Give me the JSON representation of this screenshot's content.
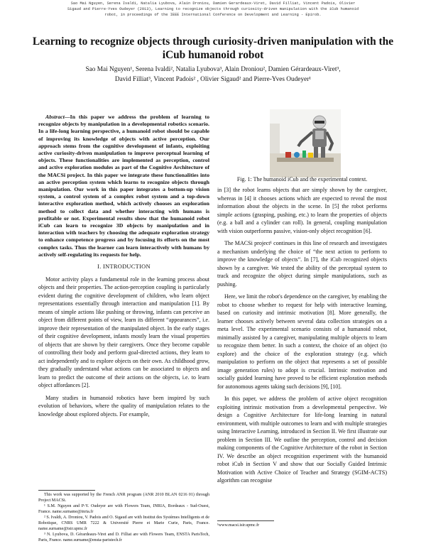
{
  "header": {
    "line1": "Sao Mai Nguyen, Serena Ivaldi, Natalia Lyubova, Alain Droniou, Damien Gerardeaux-Viret, David Filliat, Vincent Padois, Olivier",
    "line2": "Sigaud and Pierre-Yves Oudeyer (2013), Learning to recognize objects through curiosity-driven manipulation with the iCub humanoid",
    "line3": "robot, in proceedings of the IEEE International Conference on Development and Learning - Epirob."
  },
  "title": "Learning to recognize objects through curiosity-driven manipulation with the iCub humanoid robot",
  "authors": {
    "line1": "Sao Mai Nguyen¹, Serena Ivaldi², Natalia Lyubova³, Alain Droniou², Damien Gérardeaux-Viret³,",
    "line2": "David Filliat³, Vincent Padois² , Olivier Sigaud² and Pierre-Yves Oudeyer¹"
  },
  "abstract": {
    "label": "Abstract",
    "text": "—In this paper we address the problem of learning to recognize objects by manipulation in a developmental robotics scenario. In a life-long learning perspective, a humanoid robot should be capable of improving its knowledge of objects with active perception. Our approach stems from the cognitive development of infants, exploiting active curiosity-driven manipulation to improve perceptual learning of objects. These functionalities are implemented as perception, control and active exploration modules as part of the Cognitive Architecture of the MACSi project. In this paper we integrate these functionalities into an active perception system which learns to recognize objects through manipulation. Our work in this paper integrates a bottom-up vision system, a control system of a complex robot system and a top-down interactive exploration method, which actively chooses an exploration method to collect data and whether interacting with humans is profitable or not. Experimental results show that the humanoid robot iCub can learn to recognize 3D objects by manipulation and in interaction with teachers by choosing the adequate exploration strategy to enhance competence progress and by focusing its efforts on the most complex tasks. Thus the learner can learn interactively with humans by actively self-regulating its requests for help."
  },
  "section1": "I.  INTRODUCTION",
  "left_paragraphs": [
    "Motor activity plays a fundamental role in the learning process about objects and their properties. The action-perception coupling is particularly evident during the cognitive development of children, who learn object representations essentially through interaction and manipulation [1]. By means of simple actions like pushing or throwing, infants can perceive an object from different points of view, learn its different “appearances”, i.e. improve their representation of the manipulated object. In the early stages of their cognitive development, infants mostly learn the visual properties of objects that are shown by their caregivers. Once they become capable of controlling their body and perform goal-directed actions, they learn to act independently and to explore objects on their own. As childhood grow, they gradually understand what actions can be associated to objects and learn to predict the outcome of their actions on the objects, i.e. to learn object affordances [2].",
    "Many studies in humanoid robotics have been inspired by such evolution of behaviors, where the quality of manipulation relates to the knowledge about explored objects. For example,"
  ],
  "footnotes": {
    "f1": "This work was supported by the French ANR program (ANR 2010 BLAN 0216 01) through Project MACSi.",
    "f2": "¹ S.M. Nguyen and P-Y. Oudeyer are with Flowers Team, INRIA, Bordeaux - Sud-Ouest, France. name.surname@inria.fr",
    "f3": "² S. Ivaldi, A. Droniou, V. Padois and O. Sigaud are with Institut des Systèmes Intelligents et de Robotique, CNRS UMR 7222 & Université Pierre et Marie Curie, Paris, France. name.surname@isir.upmc.fr",
    "f4": "³ N. Lyubova, D. Gérardeaux-Viret and D. Filliat are with Flowers Team, ENSTA ParisTech, Paris, France. name.surname@ensta-paristech.fr"
  },
  "figure": {
    "caption": "Fig. 1: The humanoid iCub and the experimental context."
  },
  "right_paragraphs": [
    "in [3] the robot learns objects that are simply shown by the caregiver, whereas in [4] it chooses actions which are expected to reveal the most information about the objects in the scene. In [5] the robot performs simple actions (grasping, pushing, etc.) to learn the properties of objects (e.g. a ball and a cylinder can roll). In general, coupling manipulation with vision outperforms passive, vision-only object recognition [6].",
    "The MACSi project¹ continues in this line of research and investigates a mechanism underlying the choice of “the next action to perform to improve the knowledge of objects”. In [7], the iCub recognized objects shown by a caregiver. We tested the ability of the perceptual system to track and recognize the object during simple manipulations, such as pushing.",
    "Here, we limit the robot's dependence on the caregiver, by enabling the robot to choose whether to request for help with interactive learning, based on curiosity and intrinsic motivation [8]. More generally, the learner chooses actively between several data collection strategies on a meta level. The experimental scenario consists of a humanoid robot, minimally assisted by a caregiver, manipulating multiple objects to learn to recognize them better. In such a context, the choice of an object (to explore) and the choice of the exploration strategy (e.g. which manipulation to perform on the object that represents a set of possible image generation rules) to adopt is crucial. Intrinsic motivation and socially guided learning have proved to be efficient exploration methods for autonomous agents taking such decisions [9], [10].",
    "In this paper, we address the problem of active object recognition exploiting intrinsic motivation from a developmental perspective. We design a Cognitive Architecture for life-long learning in natural environment, with multiple outcomes to learn and with multiple strategies using Interactive Learning, introduced in Section II. We first illustrate our problem in Section III. We outline the perception, control and decision making components of the Cognitive Architecture of the robot in Section IV. We describe an object recognition experiment with the humanoid robot iCub in Section V and show that our Socially Guided Intrinsic Motivation with Active Choice of Teacher and Strategy (SGIM-ACTS) algorithm can recognise"
  ],
  "right_footnote": "¹www.macsi.isir.upmc.fr"
}
